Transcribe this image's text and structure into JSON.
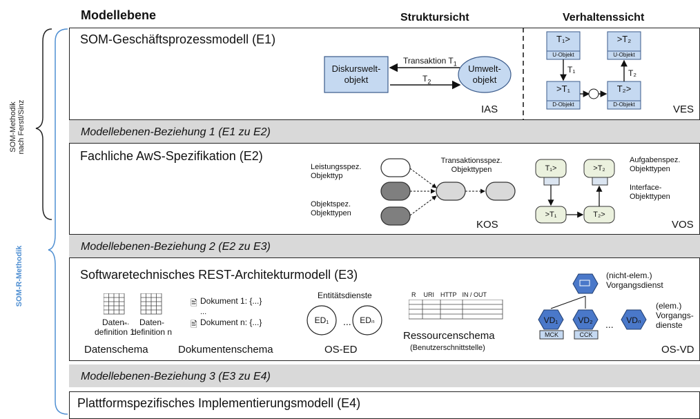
{
  "header": {
    "modellebene": "Modellebene",
    "struktursicht": "Struktursicht",
    "verhaltenssicht": "Verhaltenssicht"
  },
  "side": {
    "som_methodik": "SOM-Methodik",
    "nach": "nach Ferstl/Sinz",
    "som_r": "SOM-R-Methodik"
  },
  "e1": {
    "title": "SOM-Geschäftsprozessmodell (E1)",
    "diskurswelt": [
      "Diskurswelt-",
      "objekt"
    ],
    "umwelt": [
      "Umwelt-",
      "objekt"
    ],
    "transaktion": "Transaktion T",
    "t1_sub": "1",
    "t2": "T",
    "t2_sub": "2",
    "ias": "IAS",
    "ves": "VES",
    "ves_boxes": {
      "tl_main": "T₁>",
      "tl_sub": "U-Objekt",
      "tr_main": ">T₂",
      "tr_sub": "U-Objekt",
      "bl_main": ">T₁",
      "bl_sub": "D-Objekt",
      "br_main": "T₂>",
      "br_sub": "D-Objekt",
      "arrow_t1": "T₁",
      "arrow_t2": "T₂"
    }
  },
  "band1": "Modellebenen-Beziehung 1  (E1 zu E2)",
  "e2": {
    "title": "Fachliche AwS-Spezifikation (E2)",
    "leistung": [
      "Leistungsspez.",
      "Objekttyp"
    ],
    "objektspez": [
      "Objektspez.",
      "Objekttypen"
    ],
    "transaktionsspez": [
      "Transaktionsspez.",
      "Objekttypen"
    ],
    "kos": "KOS",
    "aufgabenspez": [
      "Aufgabenspez.",
      "Objekttypen"
    ],
    "interface": [
      "Interface-",
      "Objekttypen"
    ],
    "vos": "VOS",
    "vos_boxes": {
      "tl": "T₁>",
      "tr": ">T₂",
      "bl": ">T₁",
      "br": "T₂>"
    }
  },
  "band2": "Modellebenen-Beziehung 2 (E2 zu E3)",
  "e3": {
    "title": "Softwaretechnisches REST-Architekturmodell (E3)",
    "daten1": [
      "Daten-",
      "definition 1"
    ],
    "dots": "...",
    "datenn": [
      "Daten-",
      "definition n"
    ],
    "dokument1": "Dokument 1: {...}",
    "dokument_dots": "...",
    "dokumentn": "Dokument n: {...}",
    "datenschema": "Datenschema",
    "dokumentenschema": "Dokumentenschema",
    "entitaetsdienste": "Entitätsdienste",
    "ed1": "ED₁",
    "edn": "EDₙ",
    "os_ed": "OS-ED",
    "table_headers": [
      "R",
      "URI",
      "HTTP",
      "IN / OUT"
    ],
    "ressourcenschema": "Ressourcenschema",
    "benutzer": "(Benutzerschnittstelle)",
    "nicht_elem": [
      "(nicht-elem.)",
      "Vorgangsdienst"
    ],
    "elem": [
      "(elem.)",
      "Vorgangs-",
      "dienste"
    ],
    "vd1": "VD₁",
    "vd2": "VD₂",
    "vdn": "VDₙ",
    "mck": "MCK",
    "cck": "CCK",
    "os_vd": "OS-VD"
  },
  "band3": "Modellebenen-Beziehung 3 (E3 zu E4)",
  "e4": {
    "title": "Plattformspezifisches Implementierungsmodell (E4)"
  }
}
